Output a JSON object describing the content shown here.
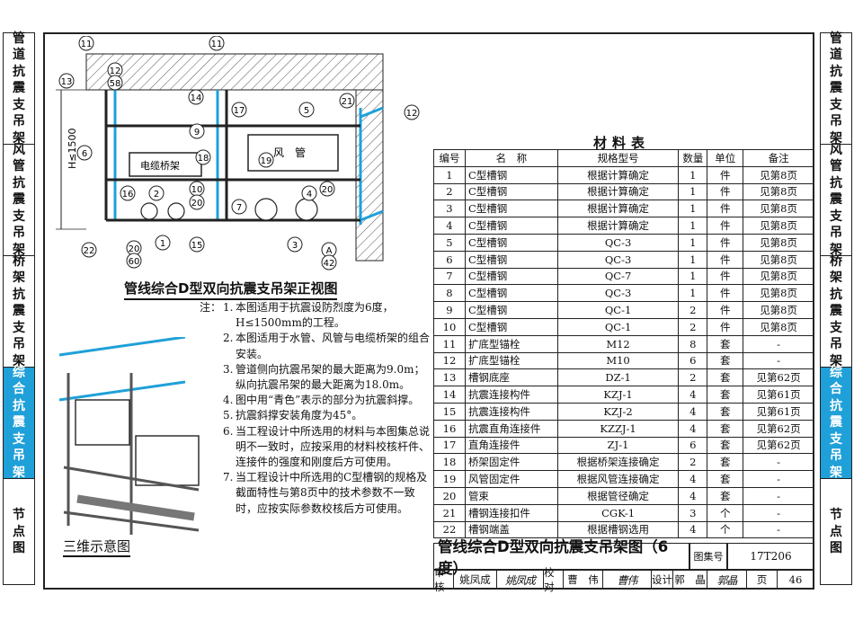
{
  "side_tabs_left": [
    {
      "label": "管道抗震支吊架",
      "active": false
    },
    {
      "label": "风管抗震支吊架",
      "active": false
    },
    {
      "label": "桥架抗震支吊架",
      "active": false
    },
    {
      "label": "综合抗震支吊架",
      "active": true
    },
    {
      "label": "节点图",
      "active": false
    }
  ],
  "side_tabs_right": [
    {
      "label": "管道抗震支吊架",
      "active": false
    },
    {
      "label": "风管抗震支吊架",
      "active": false
    },
    {
      "label": "桥架抗震支吊架",
      "active": false
    },
    {
      "label": "综合抗震支吊架",
      "active": true
    },
    {
      "label": "节点图",
      "active": false
    }
  ],
  "drawing": {
    "front_title": "管线综合D型双向抗震支吊架正视图",
    "iso_title": "三维示意图",
    "cable_tray_label": "电缆桥架",
    "duct_label": "风　管",
    "height_label": "H≤1500",
    "callouts": [
      "11",
      "11",
      "12",
      "58",
      "13",
      "14",
      "17",
      "5",
      "21",
      "12",
      "9",
      "6",
      "19",
      "18",
      "16",
      "2",
      "10",
      "7",
      "20",
      "4",
      "20",
      "20",
      "60",
      "22",
      "1",
      "15",
      "3",
      "A",
      "42"
    ],
    "accent_color": "#1fa0d8"
  },
  "notes": {
    "head": "注：",
    "items": [
      {
        "n": "1.",
        "text": "本图适用于抗震设防烈度为6度，H≤1500mm的工程。"
      },
      {
        "n": "2.",
        "text": "本图适用于水管、风管与电缆桥架的组合安装。"
      },
      {
        "n": "3.",
        "text": "管道侧向抗震吊架的最大距离为9.0m；纵向抗震吊架的最大距离为18.0m。"
      },
      {
        "n": "4.",
        "text": "图中用“青色”表示的部分为抗震斜撑。"
      },
      {
        "n": "5.",
        "text": "抗震斜撑安装角度为45°。"
      },
      {
        "n": "6.",
        "text": "当工程设计中所选用的材料与本图集总说明不一致时，应按采用的材料校核杆件、连接件的强度和刚度后方可使用。"
      },
      {
        "n": "7.",
        "text": "当工程设计中所选用的C型槽钢的规格及截面特性与第8页中的技术参数不一致时，应按实际参数校核后方可使用。"
      }
    ]
  },
  "materials": {
    "title": "材料表",
    "headers": [
      "编号",
      "名　称",
      "规格型号",
      "数量",
      "单位",
      "备注"
    ],
    "rows": [
      [
        "1",
        "C型槽钢",
        "根据计算确定",
        "1",
        "件",
        "见第8页"
      ],
      [
        "2",
        "C型槽钢",
        "根据计算确定",
        "1",
        "件",
        "见第8页"
      ],
      [
        "3",
        "C型槽钢",
        "根据计算确定",
        "1",
        "件",
        "见第8页"
      ],
      [
        "4",
        "C型槽钢",
        "根据计算确定",
        "1",
        "件",
        "见第8页"
      ],
      [
        "5",
        "C型槽钢",
        "QC-3",
        "1",
        "件",
        "见第8页"
      ],
      [
        "6",
        "C型槽钢",
        "QC-3",
        "1",
        "件",
        "见第8页"
      ],
      [
        "7",
        "C型槽钢",
        "QC-7",
        "1",
        "件",
        "见第8页"
      ],
      [
        "8",
        "C型槽钢",
        "QC-3",
        "1",
        "件",
        "见第8页"
      ],
      [
        "9",
        "C型槽钢",
        "QC-1",
        "2",
        "件",
        "见第8页"
      ],
      [
        "10",
        "C型槽钢",
        "QC-1",
        "2",
        "件",
        "见第8页"
      ],
      [
        "11",
        "扩底型锚栓",
        "M12",
        "8",
        "套",
        "-"
      ],
      [
        "12",
        "扩底型锚栓",
        "M10",
        "6",
        "套",
        "-"
      ],
      [
        "13",
        "槽钢底座",
        "DZ-1",
        "2",
        "套",
        "见第62页"
      ],
      [
        "14",
        "抗震连接构件",
        "KZJ-1",
        "4",
        "套",
        "见第61页"
      ],
      [
        "15",
        "抗震连接构件",
        "KZJ-2",
        "4",
        "套",
        "见第61页"
      ],
      [
        "16",
        "抗震直角连接件",
        "KZZJ-1",
        "4",
        "套",
        "见第62页"
      ],
      [
        "17",
        "直角连接件",
        "ZJ-1",
        "6",
        "套",
        "见第62页"
      ],
      [
        "18",
        "桥架固定件",
        "根据桥架连接确定",
        "2",
        "套",
        "-"
      ],
      [
        "19",
        "风管固定件",
        "根据风管连接确定",
        "4",
        "套",
        "-"
      ],
      [
        "20",
        "管束",
        "根据管径确定",
        "4",
        "套",
        "-"
      ],
      [
        "21",
        "槽钢连接扣件",
        "CGK-1",
        "3",
        "个",
        "-"
      ],
      [
        "22",
        "槽钢端盖",
        "根据槽钢选用",
        "4",
        "个",
        "-"
      ]
    ]
  },
  "title_block": {
    "title": "管线综合D型双向抗震支吊架图（6度）",
    "set_label": "图集号",
    "set_no": "17T206",
    "review_label": "审核",
    "reviewer": "姚凤成",
    "reviewer_sig": "姚凤成",
    "check_label": "校对",
    "checker": "曹　伟",
    "checker_sig": "曹伟",
    "design_label": "设计",
    "designer": "郭　晶",
    "designer_sig": "郭晶",
    "page_label": "页",
    "page_no": "46"
  }
}
